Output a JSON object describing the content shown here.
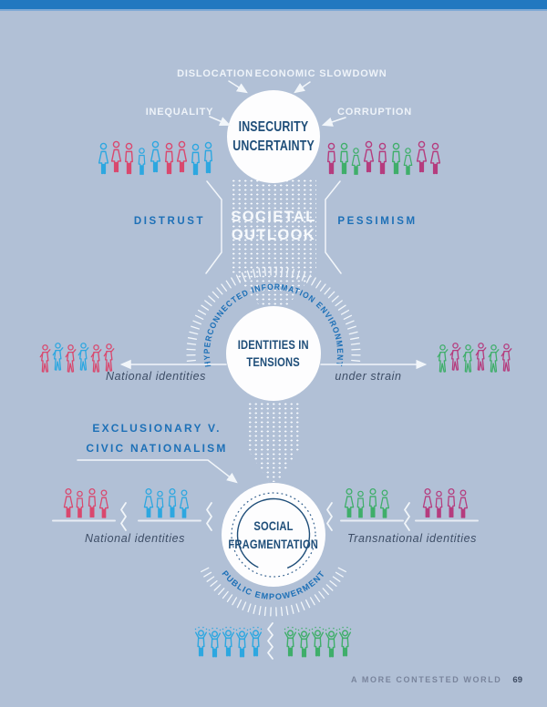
{
  "colors": {
    "bg": "#b1c0d6",
    "bar": "#2278c0",
    "bar-underline": "#7fa9d6",
    "accent-blue": "#1d70b7",
    "navy": "#1f4e79",
    "label-dark": "#3d4d66",
    "fig-blue": "#2da7e0",
    "fig-pink": "#d9486e",
    "fig-green": "#3fae6a",
    "fig-magenta": "#b53c7e",
    "footer-gray": "#79849c",
    "footer-page": "#3f4c63"
  },
  "factors": {
    "dislocation": "DISLOCATION",
    "economic_slowdown": "ECONOMIC SLOWDOWN",
    "inequality": "INEQUALITY",
    "corruption": "CORRUPTION"
  },
  "insecurity_circle": {
    "line1": "INSECURITY",
    "line2": "UNCERTAINTY"
  },
  "outlook": {
    "left": "DISTRUST",
    "center_line1": "SOCIETAL",
    "center_line2": "OUTLOOK",
    "right": "PESSIMISM"
  },
  "hyperconnected_arc": "HYPERCONNECTED INFORMATION ENVIRONMENT",
  "identities_circle": {
    "line1": "IDENTITIES IN",
    "line2": "TENSIONS"
  },
  "strain": {
    "left": "National identities",
    "right": "under strain"
  },
  "nationalism": {
    "line1": "EXCLUSIONARY V.",
    "line2": "CIVIC NATIONALISM"
  },
  "fragmentation_circle": {
    "line1": "SOCIAL",
    "line2": "FRAGMENTATION"
  },
  "identity_groups": {
    "left": "National identities",
    "right": "Transnational identities"
  },
  "empowerment_arc": "PUBLIC EMPOWERMENT",
  "footer": {
    "title": "A MORE CONTESTED WORLD",
    "page_number": "69"
  }
}
